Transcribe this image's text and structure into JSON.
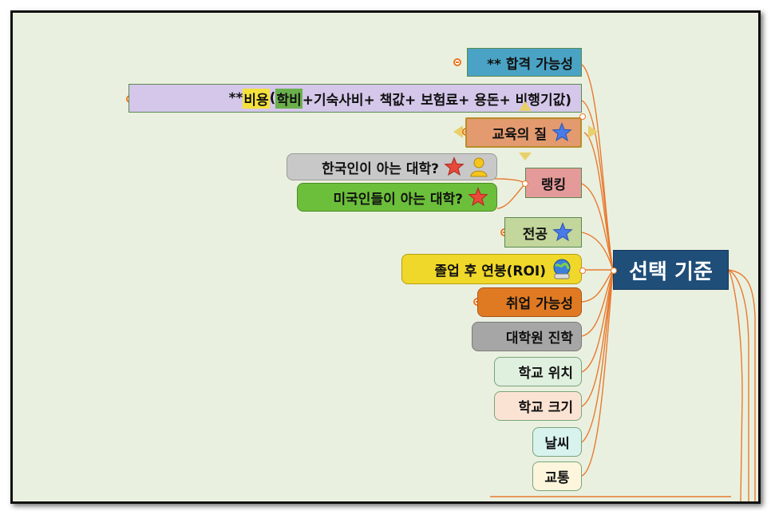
{
  "central": {
    "label": "선택 기준"
  },
  "nodes": {
    "admission": {
      "label": "** 합격 가능성"
    },
    "cost": {
      "prefix": "** ",
      "hl1": "비용",
      "mid": "( ",
      "hl2": "학비",
      "rest": "+기숙사비+ 책값+ 보험료+ 용돈+ 비행기값)"
    },
    "quality": {
      "label": "교육의 질",
      "icon": "star-icon"
    },
    "ranking": {
      "label": "랭킹"
    },
    "korean_known": {
      "label": "한국인이 아는 대학?",
      "icons": [
        "star-icon",
        "person-icon"
      ]
    },
    "american_known": {
      "label": "미국인들이 아는 대학?",
      "icon": "star-icon"
    },
    "major": {
      "label": "전공",
      "icon": "star-icon"
    },
    "salary": {
      "label": "졸업 후 연봉(ROI)",
      "icon": "globe-icon"
    },
    "employment": {
      "label": "취업 가능성"
    },
    "grad_school": {
      "label": "대학원 진학"
    },
    "location": {
      "label": "학교 위치"
    },
    "size": {
      "label": "학교 크기"
    },
    "weather": {
      "label": "날씨"
    },
    "transport": {
      "label": "교통"
    }
  },
  "colors": {
    "background": "#eaf0df",
    "central": "#1f4e79",
    "connector": "#e87a30",
    "admission": "#4aa3c4",
    "cost": "#d4c7ea",
    "quality": "#e39a6e",
    "ranking": "#e59a9a",
    "korean_known": "#c8c8c8",
    "american_known": "#6cbf3a",
    "major": "#c3d69b",
    "salary": "#f0d82a",
    "employment": "#e07a22",
    "grad_school": "#a6a6a6",
    "location": "#dff0df",
    "size": "#fbe3d3",
    "weather": "#d8f2ee",
    "transport": "#fdf6dc"
  }
}
